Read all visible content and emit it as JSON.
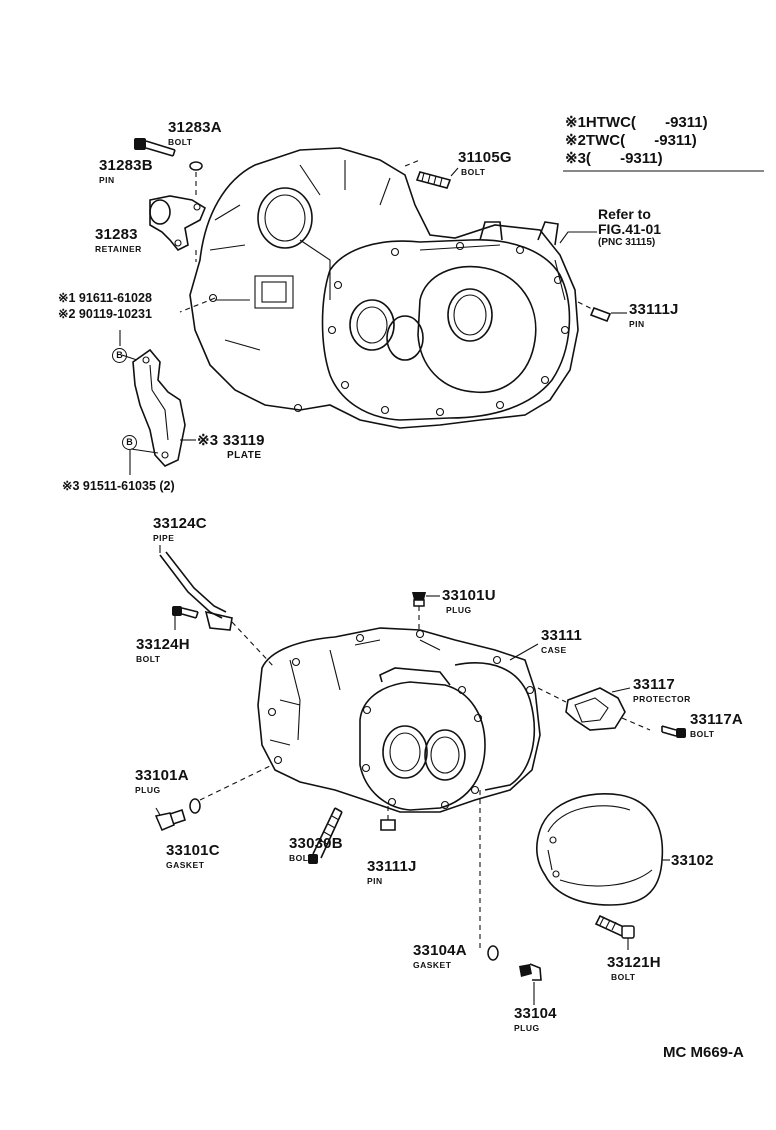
{
  "legend": {
    "rows": [
      {
        "mark": "※1",
        "model": "HTWC",
        "range": "(       -9311)"
      },
      {
        "mark": "※2",
        "model": "TWC",
        "range": "(       -9311)"
      },
      {
        "mark": "※3",
        "model": "",
        "range": "(       -9311)"
      }
    ]
  },
  "reference": {
    "line1": "Refer to",
    "line2": "FIG.41-01",
    "line3": "(PNC 31115)"
  },
  "parts": {
    "p31283A": {
      "number": "31283A",
      "name": "BOLT"
    },
    "p31283B": {
      "number": "31283B",
      "name": "PIN"
    },
    "p31283": {
      "number": "31283",
      "name": "RETAINER"
    },
    "p31105G": {
      "number": "31105G",
      "name": "BOLT"
    },
    "p33111J_top": {
      "number": "33111J",
      "name": "PIN"
    },
    "p33119": {
      "number": "33119",
      "name": "PLATE"
    },
    "p33124C": {
      "number": "33124C",
      "name": "PIPE"
    },
    "p33124H": {
      "number": "33124H",
      "name": "BOLT"
    },
    "p33101U": {
      "number": "33101U",
      "name": "PLUG"
    },
    "p33111": {
      "number": "33111",
      "name": "CASE"
    },
    "p33117": {
      "number": "33117",
      "name": "PROTECTOR"
    },
    "p33117A": {
      "number": "33117A",
      "name": "BOLT"
    },
    "p33101A": {
      "number": "33101A",
      "name": "PLUG"
    },
    "p33101C": {
      "number": "33101C",
      "name": "GASKET"
    },
    "p33030B": {
      "number": "33030B",
      "name": "BOLT"
    },
    "p33111J_bot": {
      "number": "33111J",
      "name": "PIN"
    },
    "p33102": {
      "number": "33102",
      "name": ""
    },
    "p33121H": {
      "number": "33121H",
      "name": "BOLT"
    },
    "p33104A": {
      "number": "33104A",
      "name": "GASKET"
    },
    "p33104": {
      "number": "33104",
      "name": "PLUG"
    }
  },
  "bolt_numbers": {
    "b1": {
      "mark": "※1",
      "number": "91611-61028"
    },
    "b2": {
      "mark": "※2",
      "number": "90119-10231"
    },
    "b3": {
      "mark": "※3",
      "number": "91511-61035 (2)"
    },
    "plate_mark": "※3"
  },
  "circle_b": "B",
  "drawing_code": "MC M669-A"
}
